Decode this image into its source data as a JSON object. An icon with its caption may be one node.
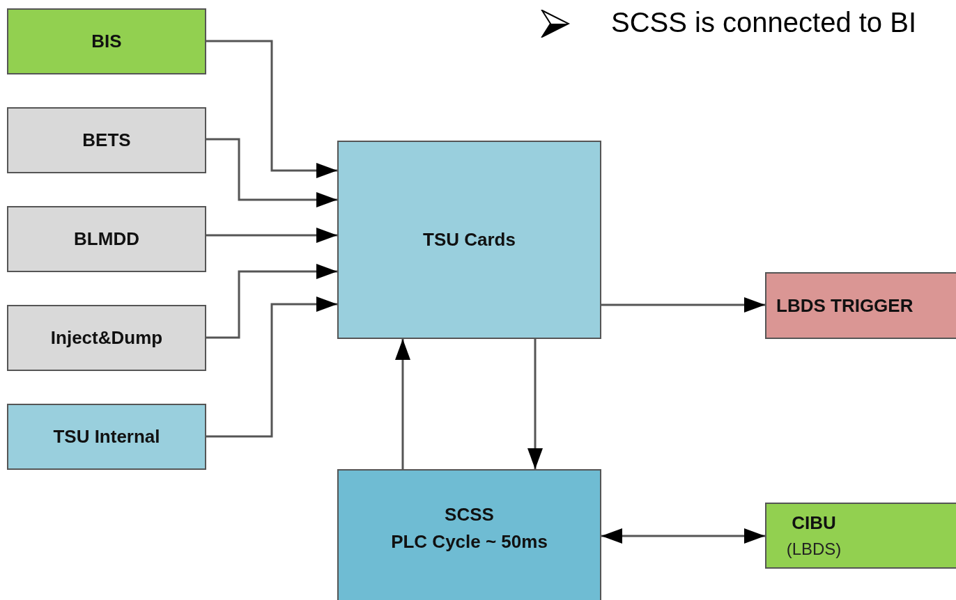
{
  "diagram": {
    "nodes": [
      {
        "text": [
          "BIS"
        ]
      },
      {
        "text": [
          "BETS"
        ]
      },
      {
        "text": [
          "BLMDD"
        ]
      },
      {
        "text": [
          "Inject&Dump"
        ]
      },
      {
        "text": [
          "TSU Internal"
        ]
      },
      {
        "text": [
          "TSU Cards"
        ]
      },
      {
        "text": [
          "LBDS TRIGGER"
        ]
      },
      {
        "text": [
          "SCSS",
          "PLC Cycle ~ 50ms"
        ]
      },
      {
        "text": [
          "CIBU",
          "(LBDS)"
        ]
      }
    ],
    "edges": [
      {
        "from": 0,
        "to": 5,
        "arrow": "to"
      },
      {
        "from": 1,
        "to": 5,
        "arrow": "to"
      },
      {
        "from": 2,
        "to": 5,
        "arrow": "to"
      },
      {
        "from": 3,
        "to": 5,
        "arrow": "to"
      },
      {
        "from": 4,
        "to": 5,
        "arrow": "to"
      },
      {
        "from": 5,
        "to": 6,
        "arrow": "to"
      },
      {
        "from": 7,
        "to": 5,
        "arrow": "to"
      },
      {
        "from": 5,
        "to": 7,
        "arrow": "to"
      },
      {
        "from": 7,
        "to": 8,
        "arrow": "both"
      }
    ],
    "labels": [
      "SCSS is connected to BI"
    ]
  }
}
